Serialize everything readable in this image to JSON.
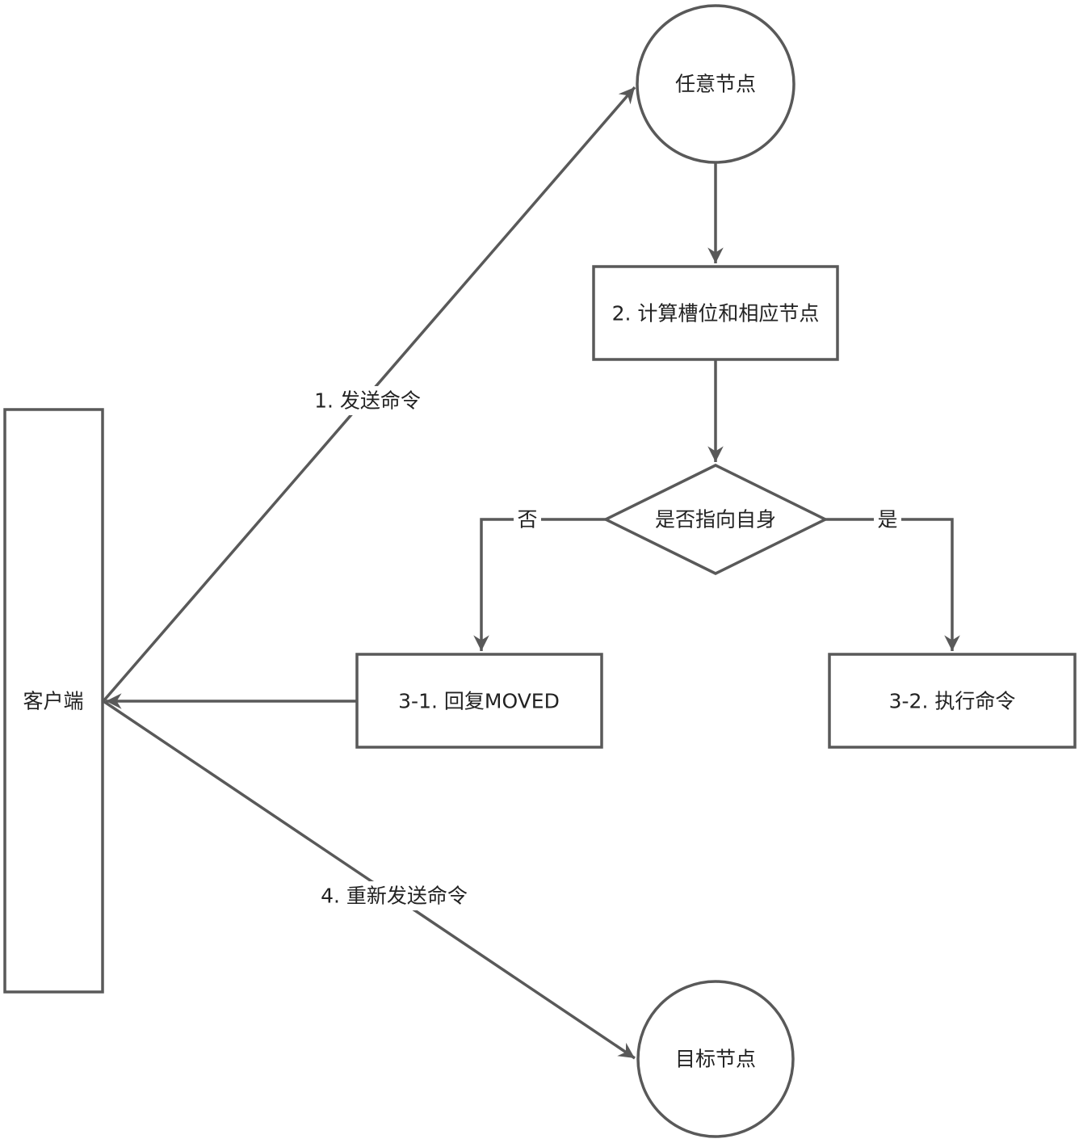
{
  "nodes": {
    "client": "客户端",
    "any_node": "任意节点",
    "compute": "2. 计算槽位和相应节点",
    "decision": "是否指向自身",
    "reply_moved": "3-1. 回复MOVED",
    "execute": "3-2. 执行命令",
    "target_node": "目标节点"
  },
  "edges": {
    "send": "1. 发送命令",
    "no": "否",
    "yes": "是",
    "resend": "4. 重新发送命令"
  },
  "colors": {
    "stroke": "#595959",
    "text": "#222222",
    "background": "#ffffff"
  }
}
